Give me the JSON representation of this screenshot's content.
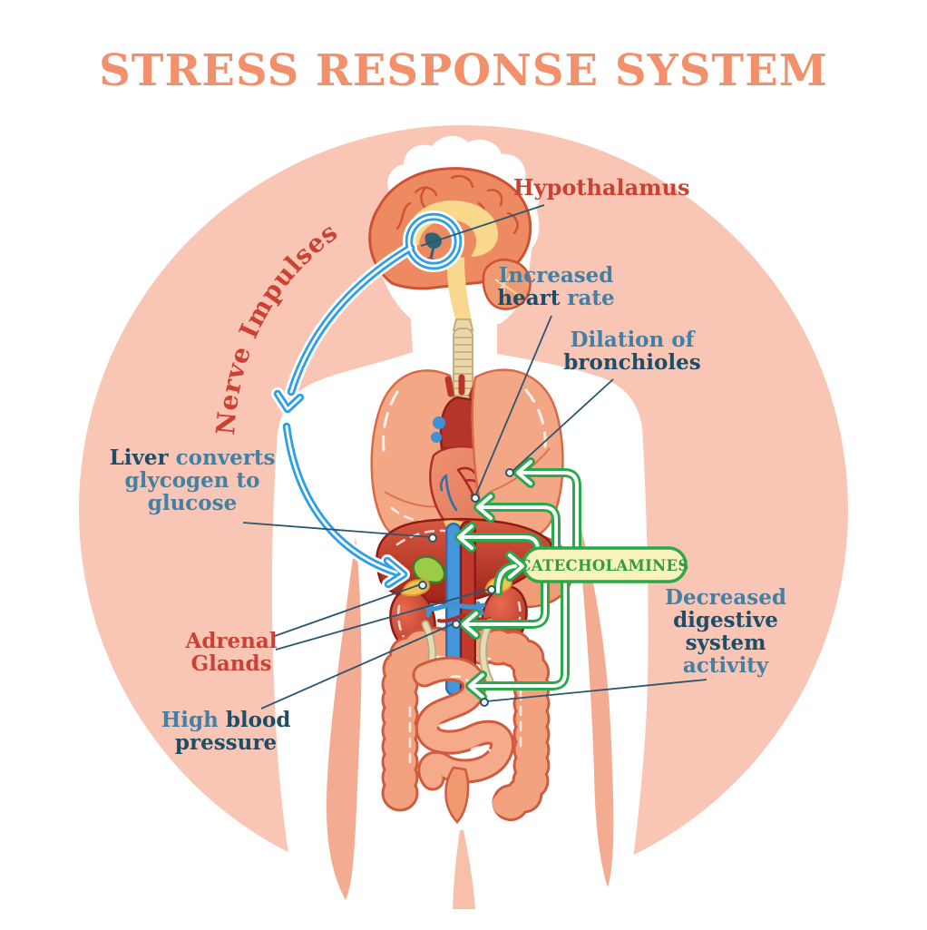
{
  "title": "STRESS RESPONSE SYSTEM",
  "labels": {
    "hypothalamus": "Hypothalamus",
    "nerve_impulses": "Nerve Impulses",
    "catecholamines": "CATECHOLAMINES",
    "heart_rate": {
      "w1": "Increased",
      "w2": "heart",
      "w3": " rate"
    },
    "bronchioles": {
      "w1": "Dilation of",
      "w2": "bronchioles"
    },
    "liver": {
      "w1": "Liver",
      "w2": " converts",
      "w3": "glycogen to",
      "w4": "glucose"
    },
    "adrenal": {
      "w1": "Adrenal",
      "w2": "Glands"
    },
    "high_bp": {
      "w1": "High",
      "w2": " blood",
      "w3": "pressure"
    },
    "digestive": {
      "w1": "Decreased",
      "w2": "digestive",
      "w3": "system",
      "w4": "activity"
    }
  },
  "relations": [
    {
      "from": "hypothalamus",
      "arrow": "nerve-impulses-blue",
      "to": "adrenal-glands"
    },
    {
      "from": "adrenal-glands",
      "arrow": "green",
      "to": "catecholamines-badge"
    },
    {
      "from": "catecholamines-badge",
      "arrow": "green",
      "to": "bronchioles"
    },
    {
      "from": "catecholamines-badge",
      "arrow": "green",
      "to": "heart"
    },
    {
      "from": "catecholamines-badge",
      "arrow": "green",
      "to": "liver"
    },
    {
      "from": "catecholamines-badge",
      "arrow": "green",
      "to": "kidney-vessels"
    },
    {
      "from": "catecholamines-badge",
      "arrow": "green",
      "to": "intestines"
    }
  ],
  "palette": {
    "background_circle": "#f9c6b5",
    "title": "#f2906c",
    "red_label": "#cc4232",
    "navy_label": "#1e4d67",
    "blue_label": "#4380a5",
    "green_arrow": "#2aa84c",
    "badge_fill": "#f8f2bb",
    "badge_text": "#2f9e43",
    "nerve_arrow_blue": "#2e9fe4",
    "leader_line": "#2b5670"
  }
}
